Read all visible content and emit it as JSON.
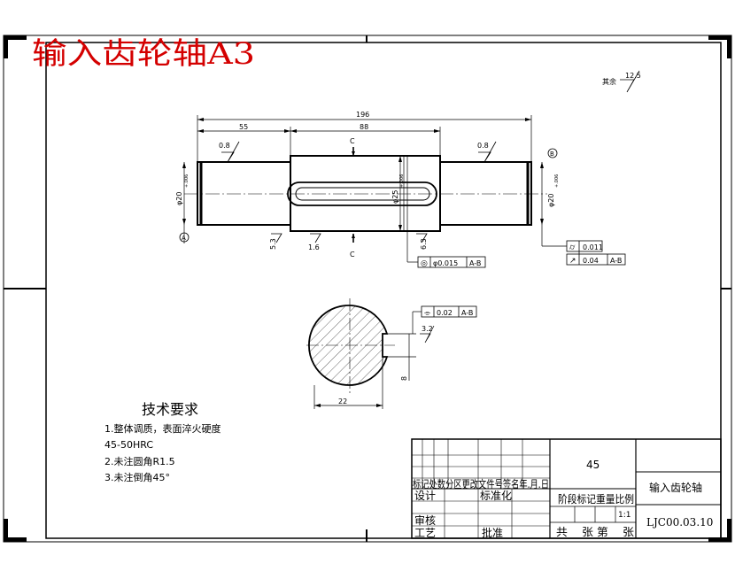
{
  "title_overlay": "输入齿轮轴A3",
  "surface_note": {
    "prefix": "其余",
    "value": "12.5"
  },
  "dims": {
    "overall": "196",
    "left_len": "55",
    "mid_len": "88",
    "section_mark": "C",
    "dia_left": "φ20",
    "dia_mid": "φ25",
    "dia_right": "φ20",
    "chamfer_left": "5.3",
    "chamfer_right": "6.3",
    "rough_mid": "1.6",
    "rough_left": "0.8",
    "rough_right": "0.8",
    "datum_a": "A",
    "datum_b": "B",
    "tol_suffix": "+.006"
  },
  "fcf_coax": {
    "symbol": "◎",
    "value": "φ0.015",
    "datum": "A-B"
  },
  "fcf_right": [
    {
      "symbol": "⌭",
      "value": "0.011",
      "datum": ""
    },
    {
      "symbol": "↗",
      "value": "0.04",
      "datum": "A-B"
    }
  ],
  "section": {
    "fcf": {
      "symbol": "⌯",
      "value": "0.02",
      "datum": "A-B"
    },
    "rough": "3.2",
    "width": "8",
    "depth": "22"
  },
  "tech_req": {
    "title": "技术要求",
    "lines": [
      "1.整体调质，表面淬火硬度",
      "45-50HRC",
      "2.未注圆角R1.5",
      "3.未注倒角45°"
    ]
  },
  "title_block": {
    "material": "45",
    "part_name": "输入齿轮轴",
    "drawing_no": "LJC00.03.10",
    "scale": "1:1",
    "rev_header": "标记处数分区更改文件号签名年.月.日",
    "designer_label": "设计",
    "standard_label": "标准化",
    "stage_header": "阶段标记重量比例",
    "check_label": "审核",
    "process_label": "工艺",
    "approve_label": "批准",
    "sheets_label": "共    张 第    张"
  }
}
